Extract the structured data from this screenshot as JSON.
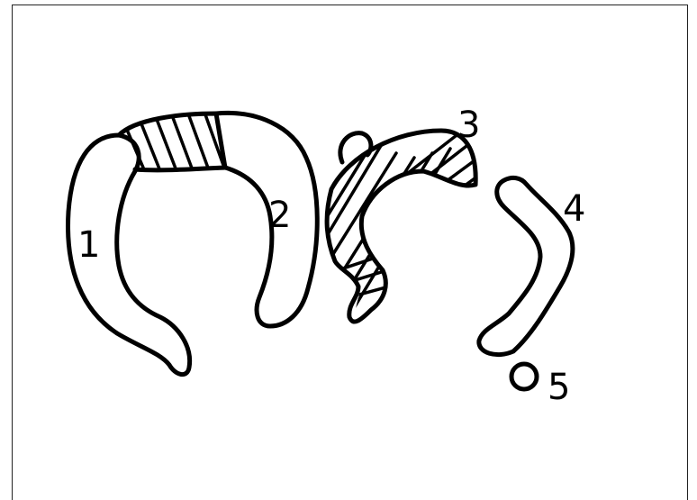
{
  "labels": {
    "piece_1": "1",
    "piece_2": "2",
    "piece_3": "3",
    "piece_4": "4",
    "piece_5": "5"
  },
  "colors": {
    "ink": "#000000",
    "background": "#ffffff",
    "frame": "#222222"
  }
}
